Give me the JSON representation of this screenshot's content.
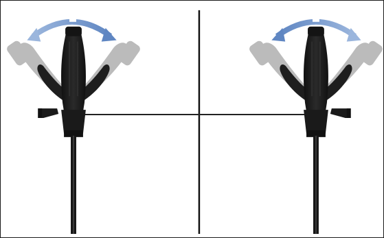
{
  "image": {
    "subject": "device-rotation-illustration",
    "panels": [
      "left-panel",
      "right-panel"
    ],
    "colors": {
      "background": "#ffffff",
      "frame": "#1a1a1a",
      "divider": "#111111",
      "device": "#1c1c1c",
      "device_ghost": "#7a7a7a",
      "arrow": "#6f93c8",
      "connector": "#222222"
    },
    "icons": [
      "curved-arrow-icon"
    ]
  }
}
